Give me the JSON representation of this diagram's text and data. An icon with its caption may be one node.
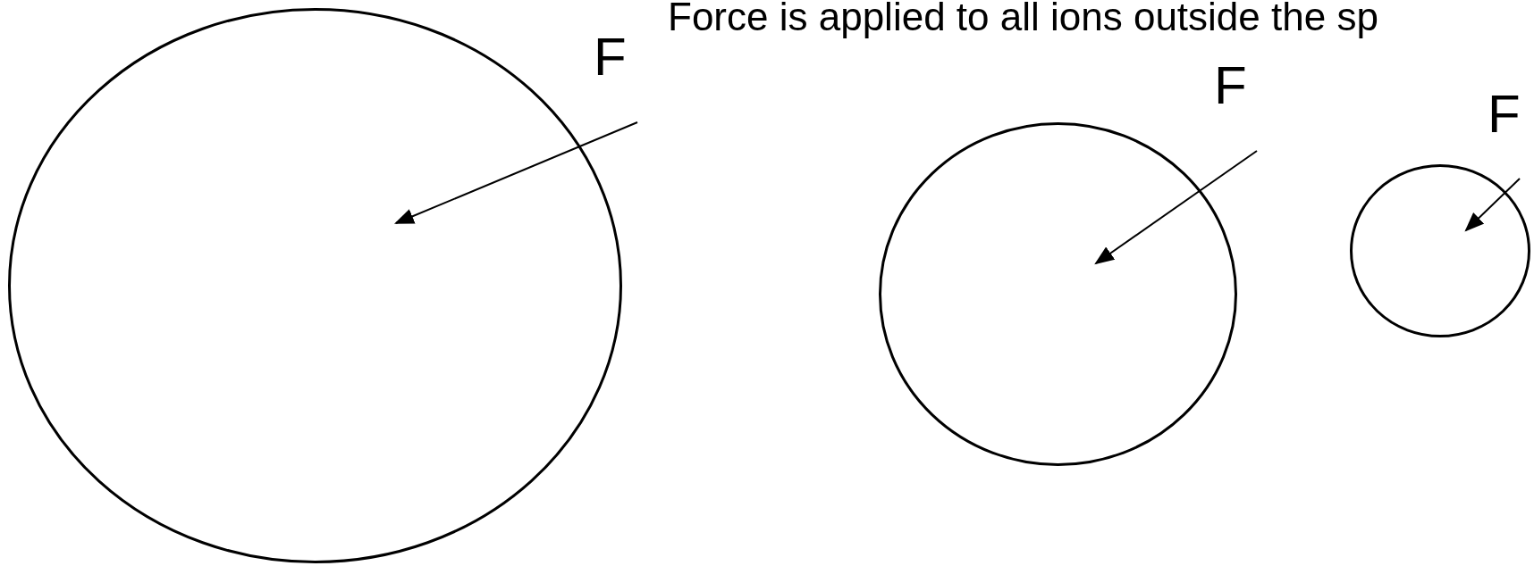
{
  "diagram": {
    "title": "Force is applied to all ions outside the sp",
    "nodes": [
      {
        "text": [],
        "shape": "circle"
      },
      {
        "text": [],
        "shape": "circle"
      },
      {
        "text": [],
        "shape": "circle"
      }
    ],
    "labels": [
      "F",
      "F",
      "F"
    ]
  }
}
